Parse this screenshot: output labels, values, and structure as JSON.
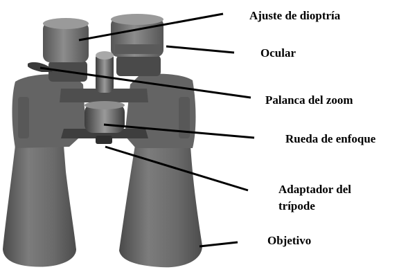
{
  "labels": {
    "diopter": "Ajuste de dioptría",
    "eyepiece": "Ocular",
    "zoom_lever": "Palanca del zoom",
    "focus_wheel": "Rueda de enfoque",
    "tripod_line1": "Adaptador del",
    "tripod_line2": "trípode",
    "objective": "Objetivo"
  },
  "colors": {
    "body": "#6a6a6a",
    "body_dark": "#454545",
    "body_light": "#8a8a8a",
    "leader": "#000000",
    "text": "#000000"
  }
}
